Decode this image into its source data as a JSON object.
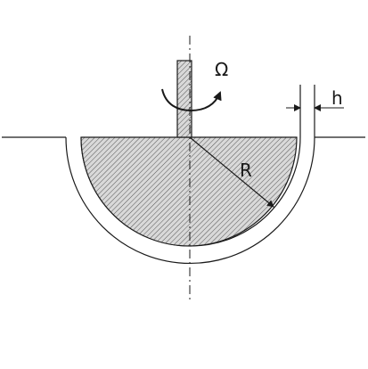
{
  "labels": {
    "omega": "Ω",
    "radius": "R",
    "gap": "h"
  },
  "colors": {
    "stroke": "#1a1a1a",
    "hatch": "#444444",
    "fill": "#d9d9d9",
    "background": "#ffffff"
  }
}
